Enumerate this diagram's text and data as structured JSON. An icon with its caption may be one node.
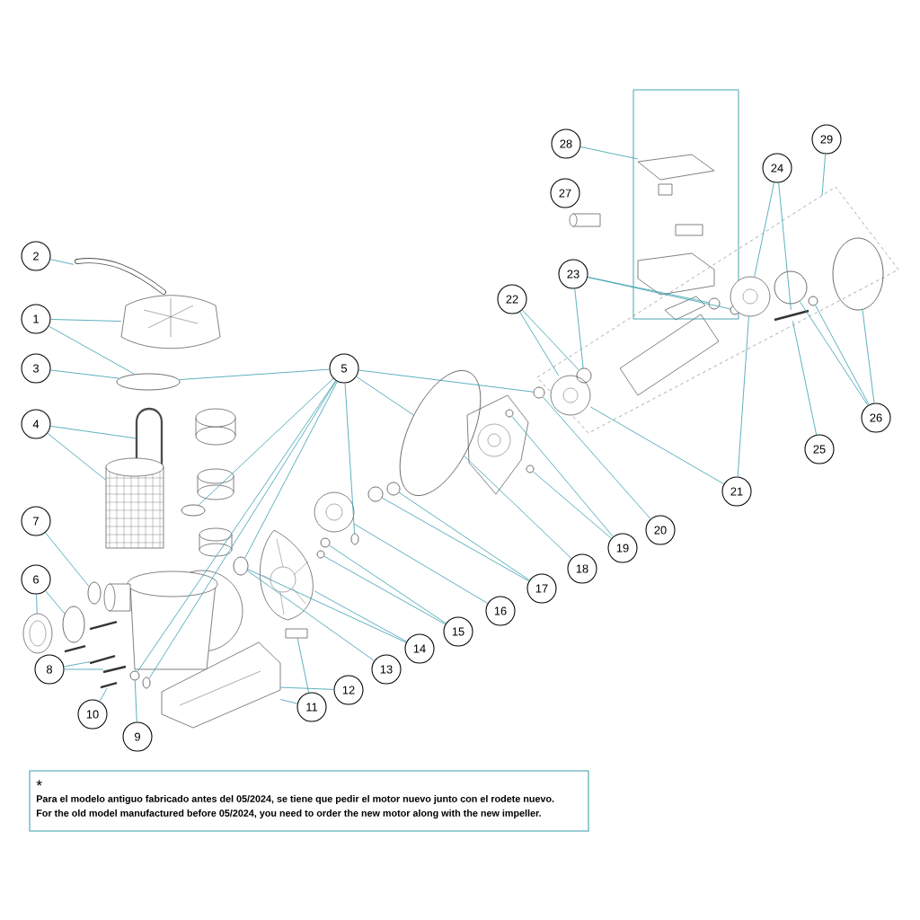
{
  "diagram": {
    "nodes": [
      {
        "text": [
          "1"
        ]
      },
      {
        "text": [
          "2"
        ]
      },
      {
        "text": [
          "3"
        ]
      },
      {
        "text": [
          "4"
        ]
      },
      {
        "text": [
          "5"
        ]
      },
      {
        "text": [
          "6"
        ]
      },
      {
        "text": [
          "7"
        ]
      },
      {
        "text": [
          "8"
        ]
      },
      {
        "text": [
          "9"
        ]
      },
      {
        "text": [
          "10"
        ]
      },
      {
        "text": [
          "11"
        ]
      },
      {
        "text": [
          "12"
        ]
      },
      {
        "text": [
          "13"
        ]
      },
      {
        "text": [
          "14"
        ]
      },
      {
        "text": [
          "15"
        ]
      },
      {
        "text": [
          "16"
        ]
      },
      {
        "text": [
          "17"
        ]
      },
      {
        "text": [
          "18"
        ]
      },
      {
        "text": [
          "19"
        ]
      },
      {
        "text": [
          "20"
        ]
      },
      {
        "text": [
          "21"
        ]
      },
      {
        "text": [
          "22"
        ]
      },
      {
        "text": [
          "23"
        ]
      },
      {
        "text": [
          "24"
        ]
      },
      {
        "text": [
          "25"
        ]
      },
      {
        "text": [
          "26"
        ]
      },
      {
        "text": [
          "27"
        ]
      },
      {
        "text": [
          "28"
        ]
      },
      {
        "text": [
          "29"
        ]
      },
      {
        "text": [],
        "shape": "picture"
      },
      {
        "text": [],
        "shape": "picture"
      },
      {
        "text": [],
        "shape": "circle"
      },
      {
        "text": [],
        "shape": "picture"
      },
      {
        "text": [],
        "shape": "picture"
      },
      {
        "text": [],
        "shape": "circle"
      },
      {
        "text": [],
        "shape": "picture"
      },
      {
        "text": [],
        "shape": "circle"
      },
      {
        "text": [],
        "shape": "circle"
      },
      {
        "text": [],
        "shape": "picture"
      },
      {
        "text": [],
        "shape": "picture"
      },
      {
        "text": [],
        "shape": "picture"
      },
      {
        "text": [],
        "shape": "circle"
      },
      {
        "text": [],
        "shape": "circle"
      },
      {
        "text": [],
        "shape": "box"
      },
      {
        "text": [],
        "shape": "picture"
      },
      {
        "text": [],
        "shape": "circle"
      },
      {
        "text": [],
        "shape": "picture"
      },
      {
        "text": [],
        "shape": "circle"
      },
      {
        "text": [],
        "shape": "circle"
      },
      {
        "text": [],
        "shape": "circle"
      },
      {
        "text": [],
        "shape": "picture"
      },
      {
        "text": [],
        "shape": "circle"
      },
      {
        "text": [],
        "shape": "circle"
      },
      {
        "text": [],
        "shape": "circle"
      },
      {
        "text": [],
        "shape": "circle"
      },
      {
        "text": [],
        "shape": "circle"
      },
      {
        "text": [],
        "shape": "circle"
      },
      {
        "text": [],
        "shape": "picture",
        "in": 67
      },
      {
        "text": [],
        "shape": "circle",
        "in": 67
      },
      {
        "text": [],
        "shape": "circle",
        "in": 67
      },
      {
        "text": [],
        "shape": "circle",
        "in": 67
      },
      {
        "text": [],
        "shape": "picture",
        "in": 67
      },
      {
        "text": [],
        "shape": "picture",
        "in": 67
      },
      {
        "text": [],
        "shape": "circle",
        "in": 67
      },
      {
        "text": [],
        "shape": "circle",
        "in": 67
      },
      {
        "text": [],
        "shape": "circle",
        "in": 67
      },
      {
        "text": [],
        "shape": "picture"
      },
      {
        "text": [],
        "shape": "picture"
      }
    ],
    "edges": [
      {
        "from": 0,
        "to": 30,
        "arrow": "none"
      },
      {
        "from": 0,
        "to": 31,
        "arrow": "none"
      },
      {
        "from": 1,
        "to": 29,
        "arrow": "none"
      },
      {
        "from": 2,
        "to": 31,
        "arrow": "none"
      },
      {
        "from": 3,
        "to": 32,
        "arrow": "none"
      },
      {
        "from": 3,
        "to": 33,
        "arrow": "none"
      },
      {
        "from": 4,
        "to": 31,
        "arrow": "none"
      },
      {
        "from": 4,
        "to": 34,
        "arrow": "none"
      },
      {
        "from": 4,
        "to": 42,
        "arrow": "none"
      },
      {
        "from": 4,
        "to": 41,
        "arrow": "none"
      },
      {
        "from": 4,
        "to": 45,
        "arrow": "none"
      },
      {
        "from": 4,
        "to": 49,
        "arrow": "none"
      },
      {
        "from": 4,
        "to": 53,
        "arrow": "none"
      },
      {
        "from": 4,
        "to": 56,
        "arrow": "none"
      },
      {
        "from": 5,
        "to": 35,
        "arrow": "none"
      },
      {
        "from": 5,
        "to": 36,
        "arrow": "none"
      },
      {
        "from": 6,
        "to": 37,
        "arrow": "none"
      },
      {
        "from": 7,
        "to": 38,
        "arrow": "none"
      },
      {
        "from": 7,
        "to": 39,
        "arrow": "none"
      },
      {
        "from": 8,
        "to": 41,
        "arrow": "none"
      },
      {
        "from": 9,
        "to": 40,
        "arrow": "none"
      },
      {
        "from": 10,
        "to": 43,
        "arrow": "none"
      },
      {
        "from": 10,
        "to": 44,
        "arrow": "none"
      },
      {
        "from": 11,
        "to": 44,
        "arrow": "none"
      },
      {
        "from": 12,
        "to": 45,
        "arrow": "none"
      },
      {
        "from": 13,
        "to": 46,
        "arrow": "none"
      },
      {
        "from": 13,
        "to": 45,
        "arrow": "none"
      },
      {
        "from": 14,
        "to": 47,
        "arrow": "none"
      },
      {
        "from": 14,
        "to": 48,
        "arrow": "none"
      },
      {
        "from": 15,
        "to": 50,
        "arrow": "none"
      },
      {
        "from": 16,
        "to": 51,
        "arrow": "none"
      },
      {
        "from": 16,
        "to": 52,
        "arrow": "none"
      },
      {
        "from": 17,
        "to": 53,
        "arrow": "none"
      },
      {
        "from": 18,
        "to": 54,
        "arrow": "none"
      },
      {
        "from": 18,
        "to": 55,
        "arrow": "none"
      },
      {
        "from": 19,
        "to": 56,
        "arrow": "none"
      },
      {
        "from": 20,
        "to": 57,
        "arrow": "none"
      },
      {
        "from": 20,
        "to": 61,
        "arrow": "none"
      },
      {
        "from": 21,
        "to": 57,
        "arrow": "none"
      },
      {
        "from": 21,
        "to": 58,
        "arrow": "none"
      },
      {
        "from": 22,
        "to": 59,
        "arrow": "none"
      },
      {
        "from": 22,
        "to": 60,
        "arrow": "none"
      },
      {
        "from": 22,
        "to": 58,
        "arrow": "none"
      },
      {
        "from": 23,
        "to": 61,
        "arrow": "none"
      },
      {
        "from": 23,
        "to": 62,
        "arrow": "none"
      },
      {
        "from": 24,
        "to": 62,
        "arrow": "none"
      },
      {
        "from": 25,
        "to": 63,
        "arrow": "none"
      },
      {
        "from": 25,
        "to": 64,
        "arrow": "none"
      },
      {
        "from": 25,
        "to": 65,
        "arrow": "none"
      },
      {
        "from": 27,
        "to": 66,
        "arrow": "none"
      },
      {
        "from": 28,
        "to": 67,
        "arrow": "none"
      }
    ],
    "labels": [
      "*",
      "Para el modelo antiguo fabricado antes del 05/2024, se tiene que pedir el motor nuevo junto con el rodete nuevo.",
      "For the old model manufactured before 05/2024, you need to order the new motor along with the new impeller."
    ]
  }
}
